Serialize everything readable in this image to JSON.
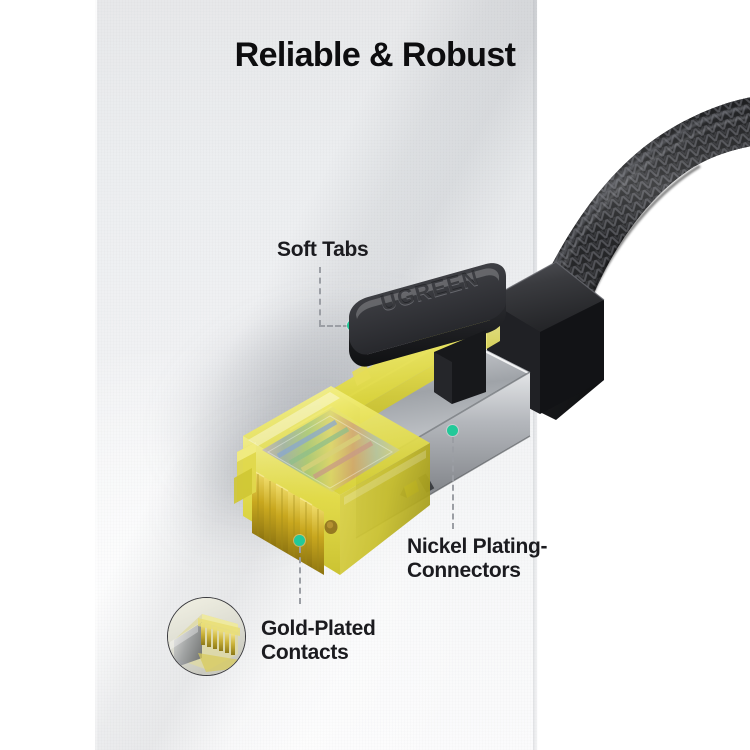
{
  "header": {
    "title": "Reliable & Robust"
  },
  "product": {
    "brand": "UGREEN",
    "type": "cat8-ethernet-cable-rj45-connector"
  },
  "callouts": [
    {
      "id": "soft-tabs",
      "label": "Soft Tabs",
      "lines": [
        "Soft Tabs"
      ],
      "dot_color": "#23c999",
      "leader": "elbow-down-right"
    },
    {
      "id": "nickel-plating-connectors",
      "label": "Nickel Plating-Connectors",
      "lines": [
        "Nickel Plating-",
        "Connectors"
      ],
      "dot_color": "#23c999",
      "leader": "vertical"
    },
    {
      "id": "gold-plated-contacts",
      "label": "Gold-Plated Contacts",
      "lines": [
        "Gold-Plated",
        "Contacts"
      ],
      "dot_color": "#23c999",
      "leader": "vertical",
      "has_magnifier_inset": true
    }
  ],
  "colors": {
    "accent_dot": "#23c999",
    "title_text": "#0d0d0f",
    "label_text": "#1b1b1f",
    "leader_line": "#9b9ea4",
    "backdrop": "#eef0f1",
    "page_background": "#ffffff",
    "cable_black": "#17181a",
    "plug_yellow": "#e8e23a",
    "shield_nickel": "#b9bcc0",
    "contact_gold": "#d4b92a"
  }
}
